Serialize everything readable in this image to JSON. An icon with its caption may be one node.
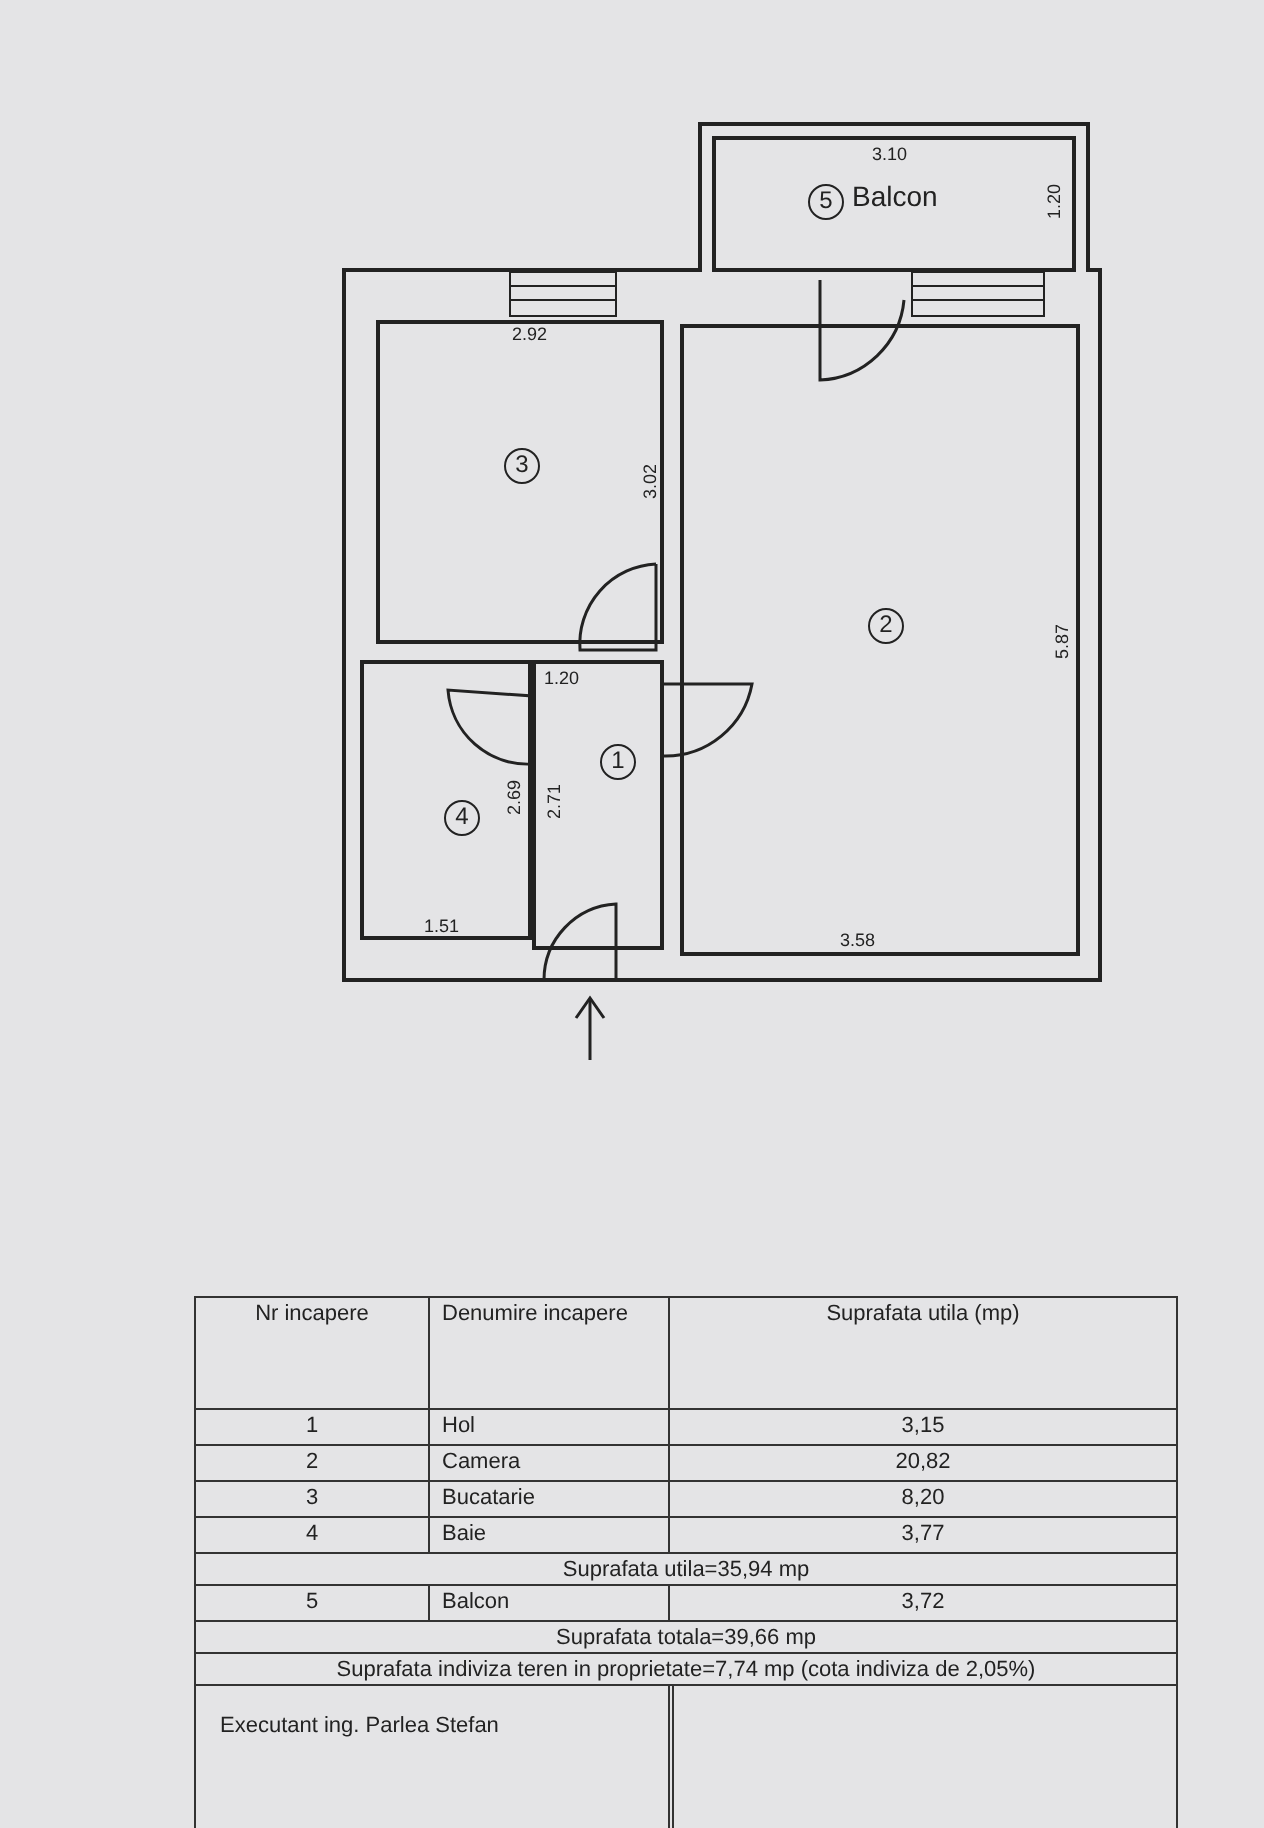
{
  "diagram": {
    "nodes": [
      {
        "text": [
          "5",
          "Balcon"
        ]
      },
      {
        "text": [
          "3"
        ]
      },
      {
        "text": [
          "2"
        ]
      },
      {
        "text": [
          "1"
        ]
      },
      {
        "text": [
          "4"
        ]
      }
    ],
    "labels": [
      "3.10",
      "1.20",
      "2.92",
      "3.02",
      "5.87",
      "1.20",
      "2.69",
      "2.71",
      "1.51",
      "3.58",
      "Nr incapere",
      "Denumire incapere",
      "Suprafata utila (mp)",
      "1",
      "Hol",
      "3,15",
      "2",
      "Camera",
      "20,82",
      "3",
      "Bucatarie",
      "8,20",
      "4",
      "Baie",
      "3,77",
      "Suprafata utila=35,94 mp",
      "5",
      "Balcon",
      "3,72",
      "Suprafata totala=39,66 mp",
      "Suprafata indiviza teren in proprietate=7,74 mp (cota indiviza de 2,05%)",
      "Executant ing. Parlea Stefan"
    ]
  }
}
